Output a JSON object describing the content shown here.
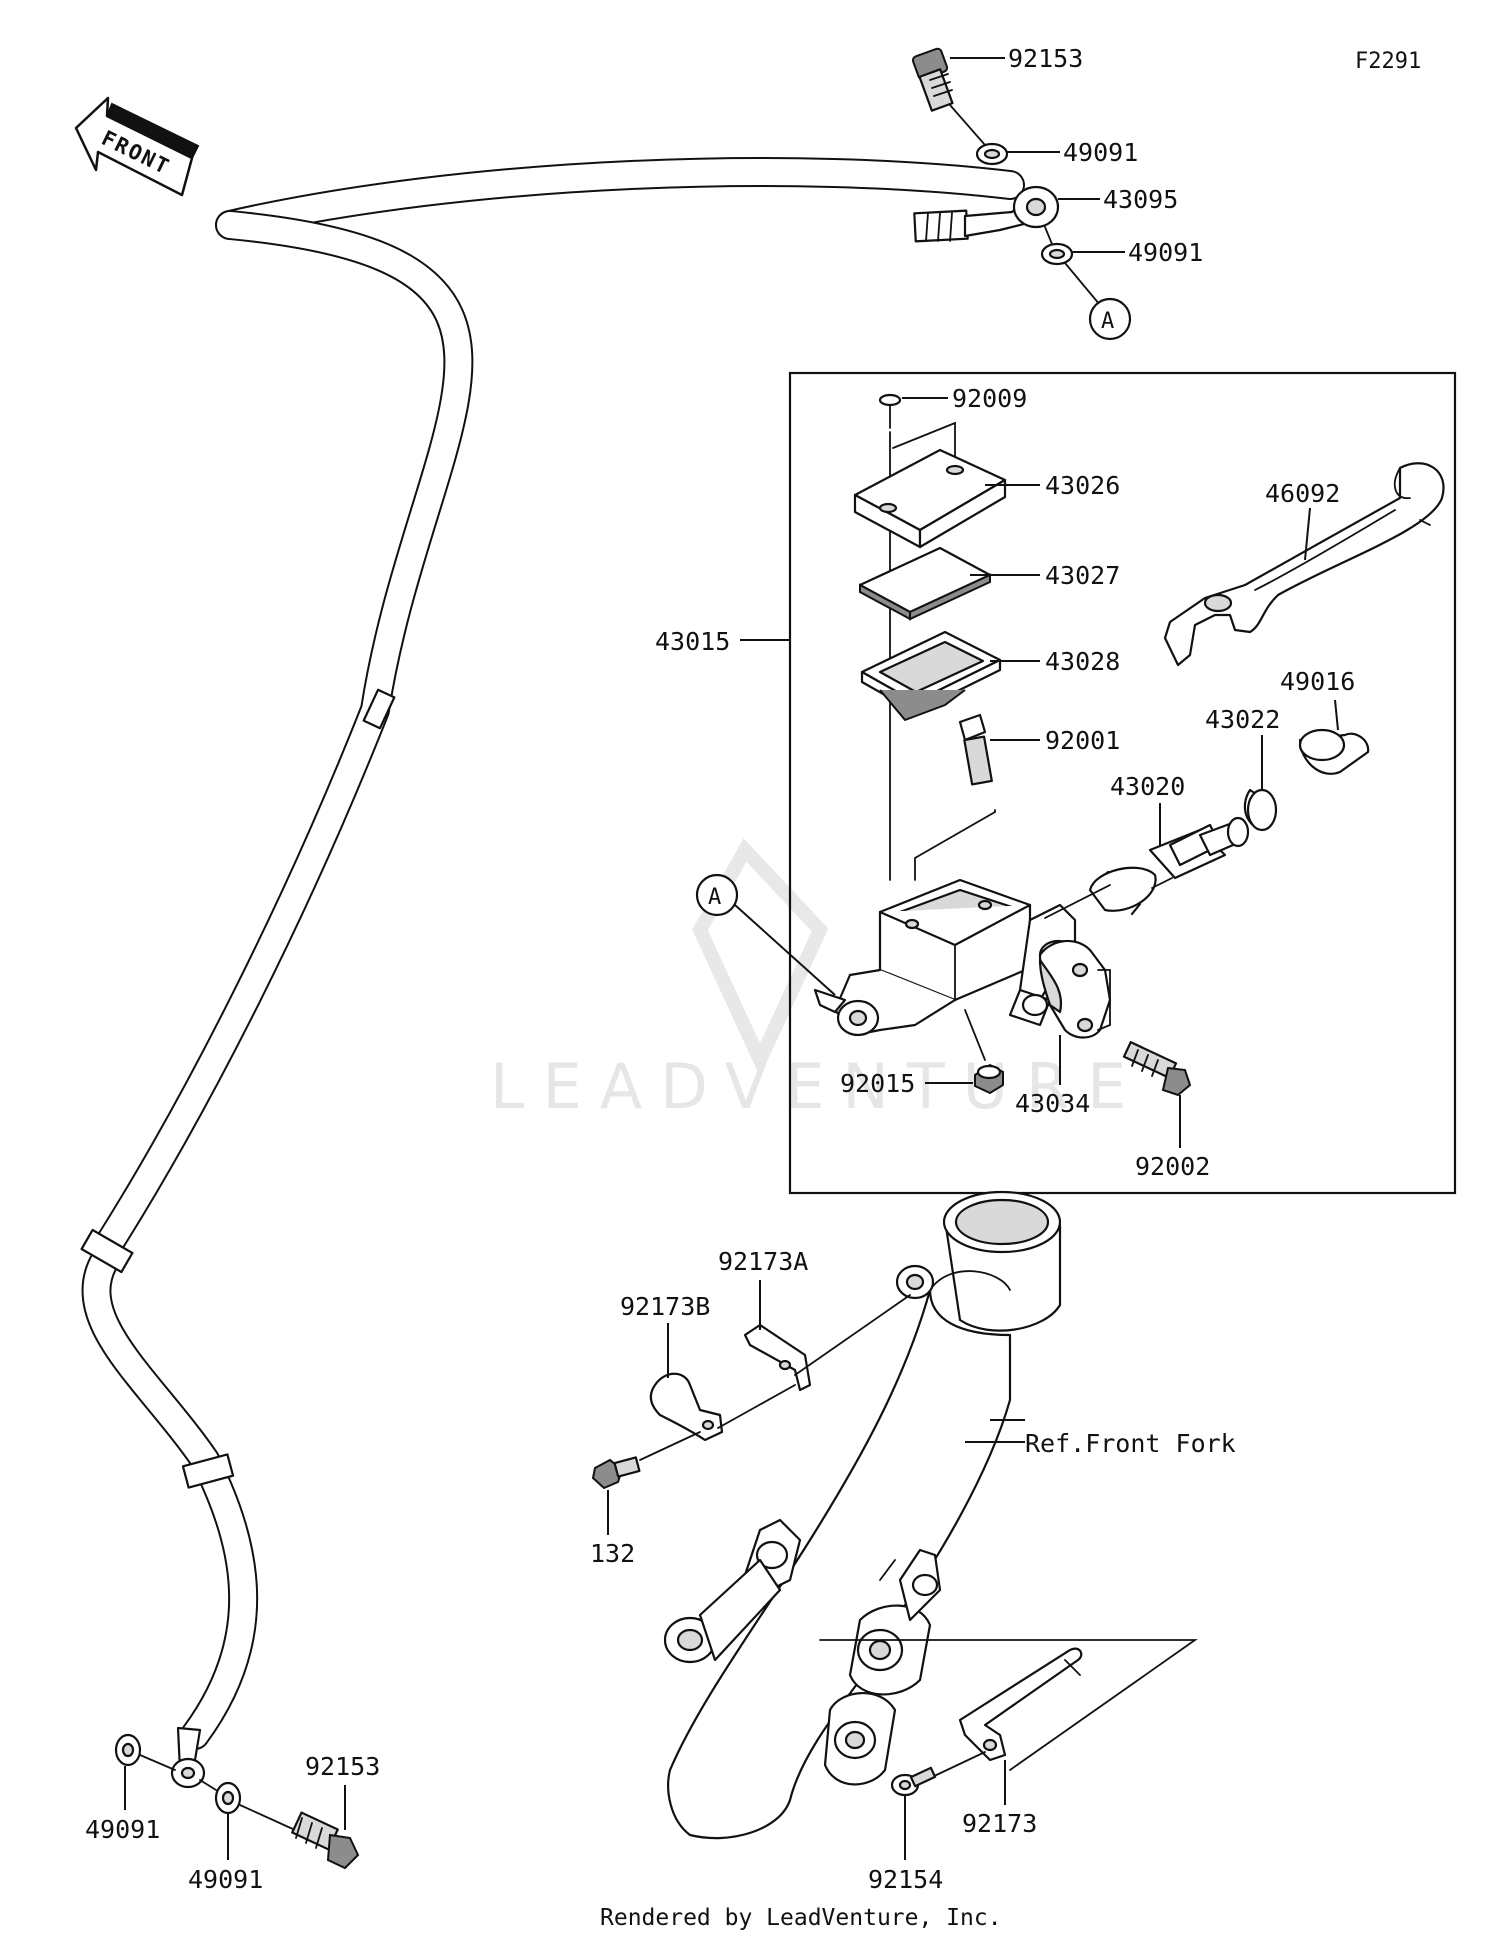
{
  "figure_id": "F2291",
  "front_label": "FRONT",
  "watermark": "LEADVENTURE",
  "footer": "Rendered by LeadVenture, Inc.",
  "ref_label": "Ref.Front Fork",
  "callout_a": "A",
  "parts": {
    "banjo_bolt_top": "92153",
    "washer_top_1": "49091",
    "hose_fitting": "43095",
    "washer_top_2": "49091",
    "screw_cap": "92009",
    "reservoir_cap": "43026",
    "plate": "43027",
    "diaphragm": "43028",
    "lever": "46092",
    "master_cylinder_assy": "43015",
    "boot": "49016",
    "circlip": "43022",
    "pivot_bolt": "92001",
    "piston_kit": "43020",
    "nut": "92015",
    "holder": "43034",
    "holder_bolt": "92002",
    "clamp_a": "92173A",
    "clamp_b": "92173B",
    "clamp_bolt": "132",
    "washer_bottom_1": "49091",
    "washer_bottom_2": "49091",
    "banjo_bolt_bottom": "92153",
    "clamp_lower": "92173",
    "screw_lower": "92154"
  }
}
